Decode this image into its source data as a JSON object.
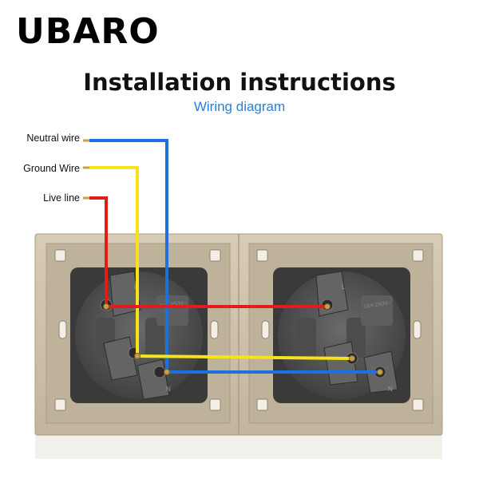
{
  "brand": "UBARO",
  "title": "Installation instructions",
  "subtitle": "Wiring diagram",
  "wires": [
    {
      "label": "Neutral wire",
      "color": "#1e6fe0"
    },
    {
      "label": "Ground Wire",
      "color": "#f7e21b"
    },
    {
      "label": "Live line",
      "color": "#e41b1b"
    }
  ],
  "socket_marks": {
    "live": "L",
    "neutral": "N",
    "rating": "16A 250V~"
  },
  "colors": {
    "panel": "#cfc3ae",
    "socket_body": "#555555",
    "wire_tip": "#c8a04a"
  }
}
